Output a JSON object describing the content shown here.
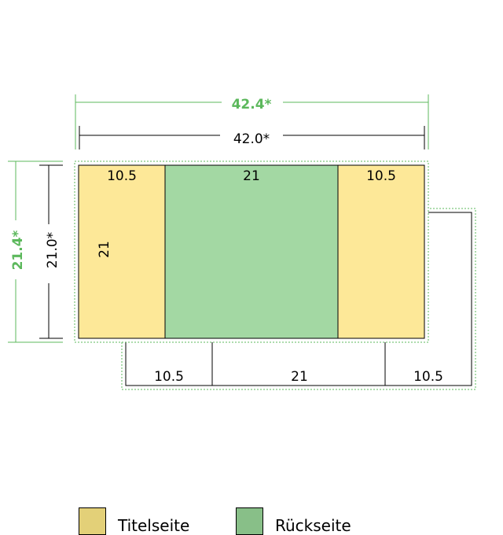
{
  "dimensions": {
    "outer_width": "42.4*",
    "inner_width": "42.0*",
    "outer_height": "21.4*",
    "inner_height": "21.0*"
  },
  "panels": {
    "left": "10.5",
    "center": "21",
    "right": "10.5",
    "left_height": "21"
  },
  "back_strip": {
    "left": "10.5",
    "center": "21",
    "right": "10.5"
  },
  "colors": {
    "title_panel": "#fde898",
    "back_panel": "#a3d8a3",
    "green_dimension": "#5cb85c",
    "legend_title": "#e3d078",
    "legend_back": "#88bf88"
  },
  "legend": {
    "title_page": "Titelseite",
    "back_page": "Rückseite"
  }
}
